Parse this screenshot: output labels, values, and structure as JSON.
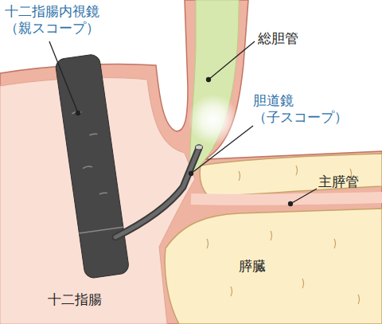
{
  "diagram": {
    "labels": [
      "十二指腸内視鏡 （親スコープ）",
      "総胆管",
      "胆道鏡 （子スコープ）",
      "主膵管",
      "膵臓",
      "十二指腸"
    ]
  }
}
